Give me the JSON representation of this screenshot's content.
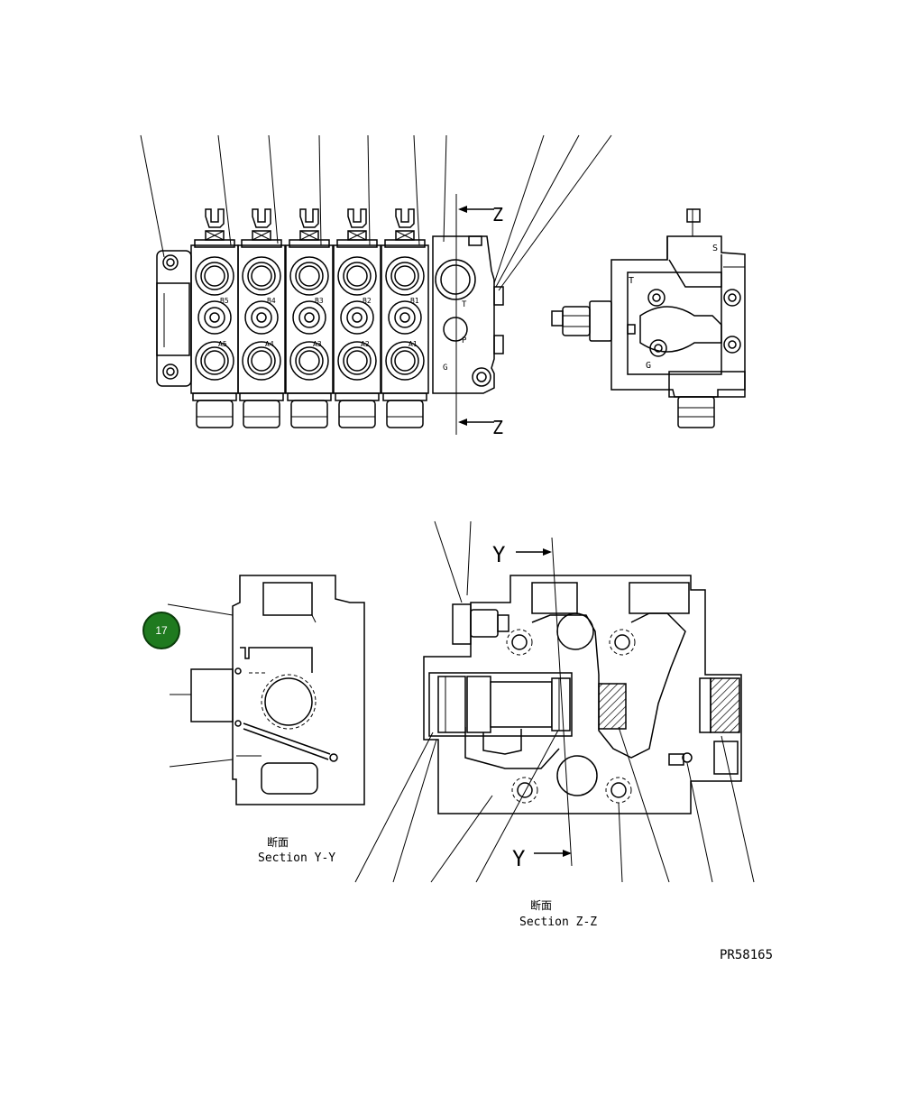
{
  "callout": {
    "number": "17"
  },
  "views": {
    "section_marks": {
      "z": "Z",
      "y": "Y"
    },
    "ports": {
      "b5": "B5",
      "b4": "B4",
      "b3": "B3",
      "b2": "B2",
      "b1": "B1",
      "a5": "A5",
      "a4": "A4",
      "a3": "A3",
      "a2": "A2",
      "a1": "A1",
      "t": "T",
      "p": "P",
      "g": "G"
    },
    "side_ports": {
      "s": "S",
      "t": "T",
      "g": "G"
    }
  },
  "captions": {
    "section_yy_jp": "断面",
    "section_yy": "Section Y-Y",
    "section_zz_jp": "断面",
    "section_zz": "Section Z-Z"
  },
  "drawing_number": "PR58165"
}
